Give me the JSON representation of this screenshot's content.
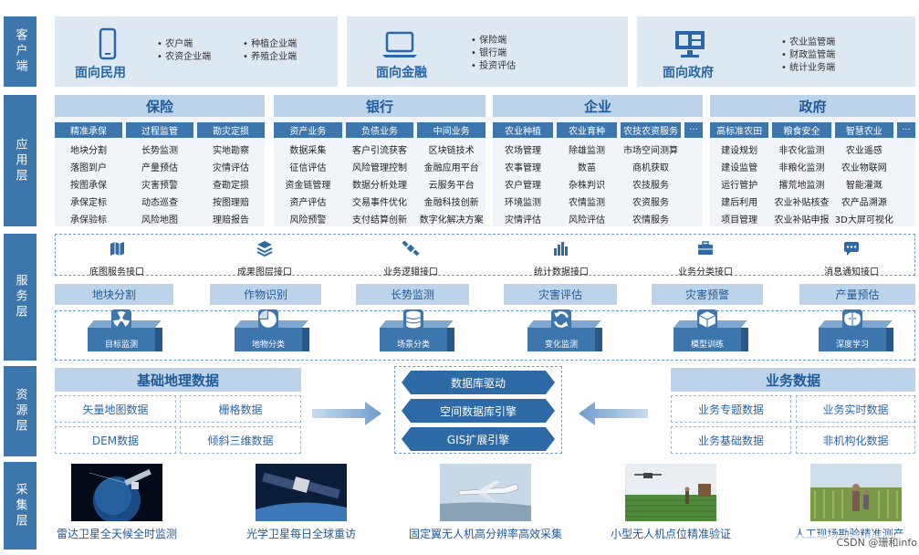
{
  "layers": {
    "client": "客户端",
    "application": "应用层",
    "service": "服务层",
    "resource": "资源层",
    "collection": "采集层"
  },
  "clients": [
    {
      "title": "面向民用",
      "icon": "phone-icon",
      "items_a": [
        "农户端",
        "农资企业端"
      ],
      "items_b": [
        "种植企业端",
        "养殖企业端"
      ]
    },
    {
      "title": "面向金融",
      "icon": "laptop-icon",
      "items_a": [
        "保险端",
        "银行端",
        "投资评估"
      ],
      "items_b": []
    },
    {
      "title": "面向政府",
      "icon": "monitor-icon",
      "items_a": [
        "农业监管端",
        "财政监管端",
        "统计业务端"
      ],
      "items_b": []
    }
  ],
  "apps": [
    {
      "title": "保险",
      "subs": [
        {
          "label": "精准承保",
          "cells": [
            "地块分割",
            "落图到户",
            "按图承保",
            "承保定标",
            "承保验标"
          ]
        },
        {
          "label": "过程监管",
          "cells": [
            "长势监测",
            "产量预估",
            "灾害预警",
            "动态巡查",
            "风险地图"
          ]
        },
        {
          "label": "勘灾定损",
          "cells": [
            "实地勘察",
            "灾情评估",
            "查勘定损",
            "按图理赔",
            "理赔报告"
          ]
        }
      ]
    },
    {
      "title": "银行",
      "subs": [
        {
          "label": "资产业务",
          "cells": [
            "数据采集",
            "征信评估",
            "资金链管理",
            "资产评估",
            "风险预警"
          ]
        },
        {
          "label": "负债业务",
          "cells": [
            "客户引流获客",
            "风险管理控制",
            "数据分析处理",
            "交易事件优化",
            "支付结算创新"
          ]
        },
        {
          "label": "中间业务",
          "cells": [
            "区块链技术",
            "金融应用平台",
            "云服务平台",
            "金融科技创新",
            "数字化解决方案"
          ]
        }
      ]
    },
    {
      "title": "企业",
      "subs": [
        {
          "label": "农业种植",
          "cells": [
            "农场管理",
            "农事管理",
            "农户管理",
            "环境监测",
            "灾情评估"
          ]
        },
        {
          "label": "农业育种",
          "cells": [
            "除雄监测",
            "数苗",
            "杂株判识",
            "农情监测",
            "风险评估"
          ]
        },
        {
          "label": "农技农资服务",
          "cells": [
            "市场空间测算",
            "商机获取",
            "农技服务",
            "农资服务",
            "农情服务"
          ]
        }
      ],
      "more": "···"
    },
    {
      "title": "政府",
      "subs": [
        {
          "label": "高标准农田",
          "cells": [
            "建设规划",
            "建设监管",
            "运行管护",
            "建后利用",
            "项目管理"
          ]
        },
        {
          "label": "粮食安全",
          "cells": [
            "非农化监测",
            "非粮化监测",
            "撂荒地监测",
            "农业补贴核查",
            "农业补贴申报"
          ]
        },
        {
          "label": "智慧农业",
          "cells": [
            "农业遥感",
            "农业物联网",
            "智能灌溉",
            "农产品溯源",
            "3D大屏可视化"
          ]
        }
      ],
      "more": "···"
    }
  ],
  "service": {
    "interfaces": [
      {
        "label": "底图服务接口",
        "icon": "map-icon"
      },
      {
        "label": "成果图层接口",
        "icon": "layers-icon"
      },
      {
        "label": "业务逻辑接口",
        "icon": "satellite-icon"
      },
      {
        "label": "统计数据接口",
        "icon": "bar-chart-icon"
      },
      {
        "label": "业务分类接口",
        "icon": "briefcase-icon"
      },
      {
        "label": "消息通知接口",
        "icon": "message-icon"
      }
    ],
    "functions": [
      "地块分割",
      "作物识别",
      "长势监测",
      "灾害评估",
      "灾害预警",
      "产量预估"
    ],
    "algorithms": [
      {
        "label": "目标监测",
        "icon": "radiation-icon"
      },
      {
        "label": "地物分类",
        "icon": "pie-chart-icon"
      },
      {
        "label": "场景分类",
        "icon": "database-icon"
      },
      {
        "label": "变化监测",
        "icon": "refresh-icon"
      },
      {
        "label": "模型训练",
        "icon": "cube-icon"
      },
      {
        "label": "深度学习",
        "icon": "brain-icon"
      }
    ]
  },
  "resource": {
    "geo_title": "基础地理数据",
    "geo_items": [
      "矢量地图数据",
      "栅格数据",
      "DEM数据",
      "倾斜三维数据"
    ],
    "engines": [
      "数据库驱动",
      "空间数据库引擎",
      "GIS扩展引擎"
    ],
    "biz_title": "业务数据",
    "biz_items": [
      "业务专题数据",
      "业务实时数据",
      "业务基础数据",
      "非机构化数据"
    ]
  },
  "collection": [
    "雷达卫星全天候全时监测",
    "光学卫星每日全球重访",
    "固定翼无人机高分辨率高效采集",
    "小型无人机点位精准验证",
    "人工现场勘验精准测产"
  ],
  "watermark": "CSDN @珊和info",
  "colors": {
    "primary": "#3d75ad",
    "light": "#bcd3ea",
    "panel": "#dde8f3",
    "text_blue": "#1f5a99"
  }
}
